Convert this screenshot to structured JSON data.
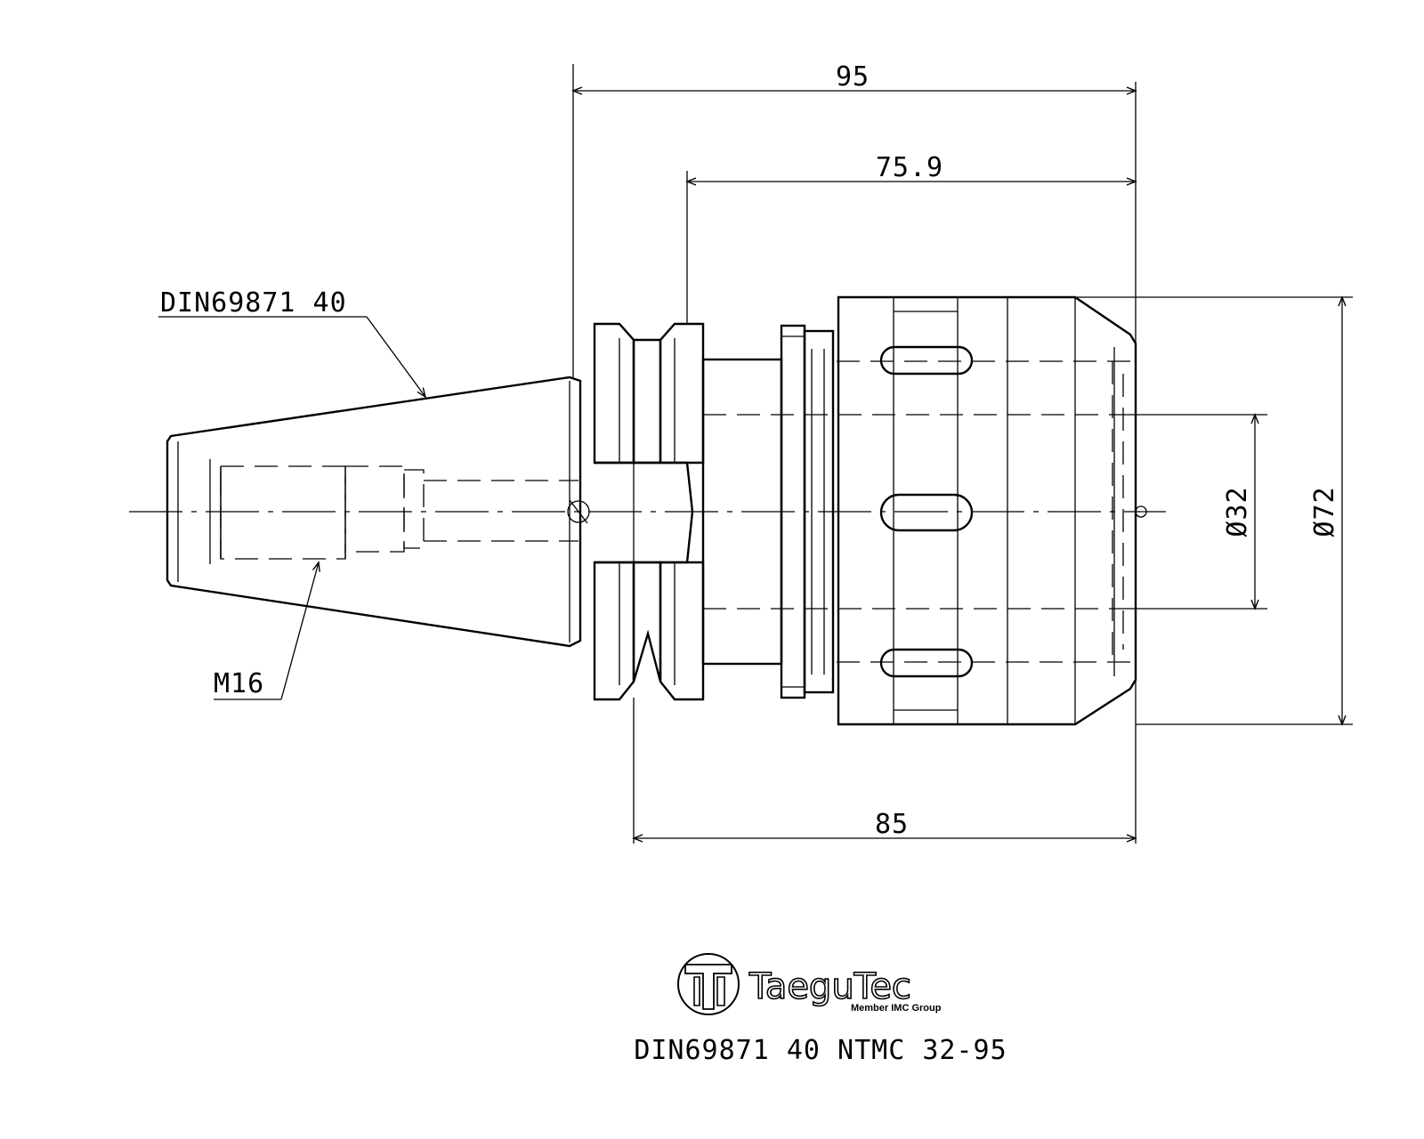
{
  "drawing": {
    "dimensions": {
      "overall_length": "95",
      "body_length": "75.9",
      "flange_length": "85",
      "bore_diameter": "Ø32",
      "outer_diameter": "Ø72"
    },
    "callouts": {
      "taper_label": "DIN69871 40",
      "thread_label": "M16"
    },
    "brand": {
      "name": "TaeguTec",
      "tagline": "Member IMC Group"
    },
    "caption": "DIN69871 40 NTMC 32-95"
  }
}
